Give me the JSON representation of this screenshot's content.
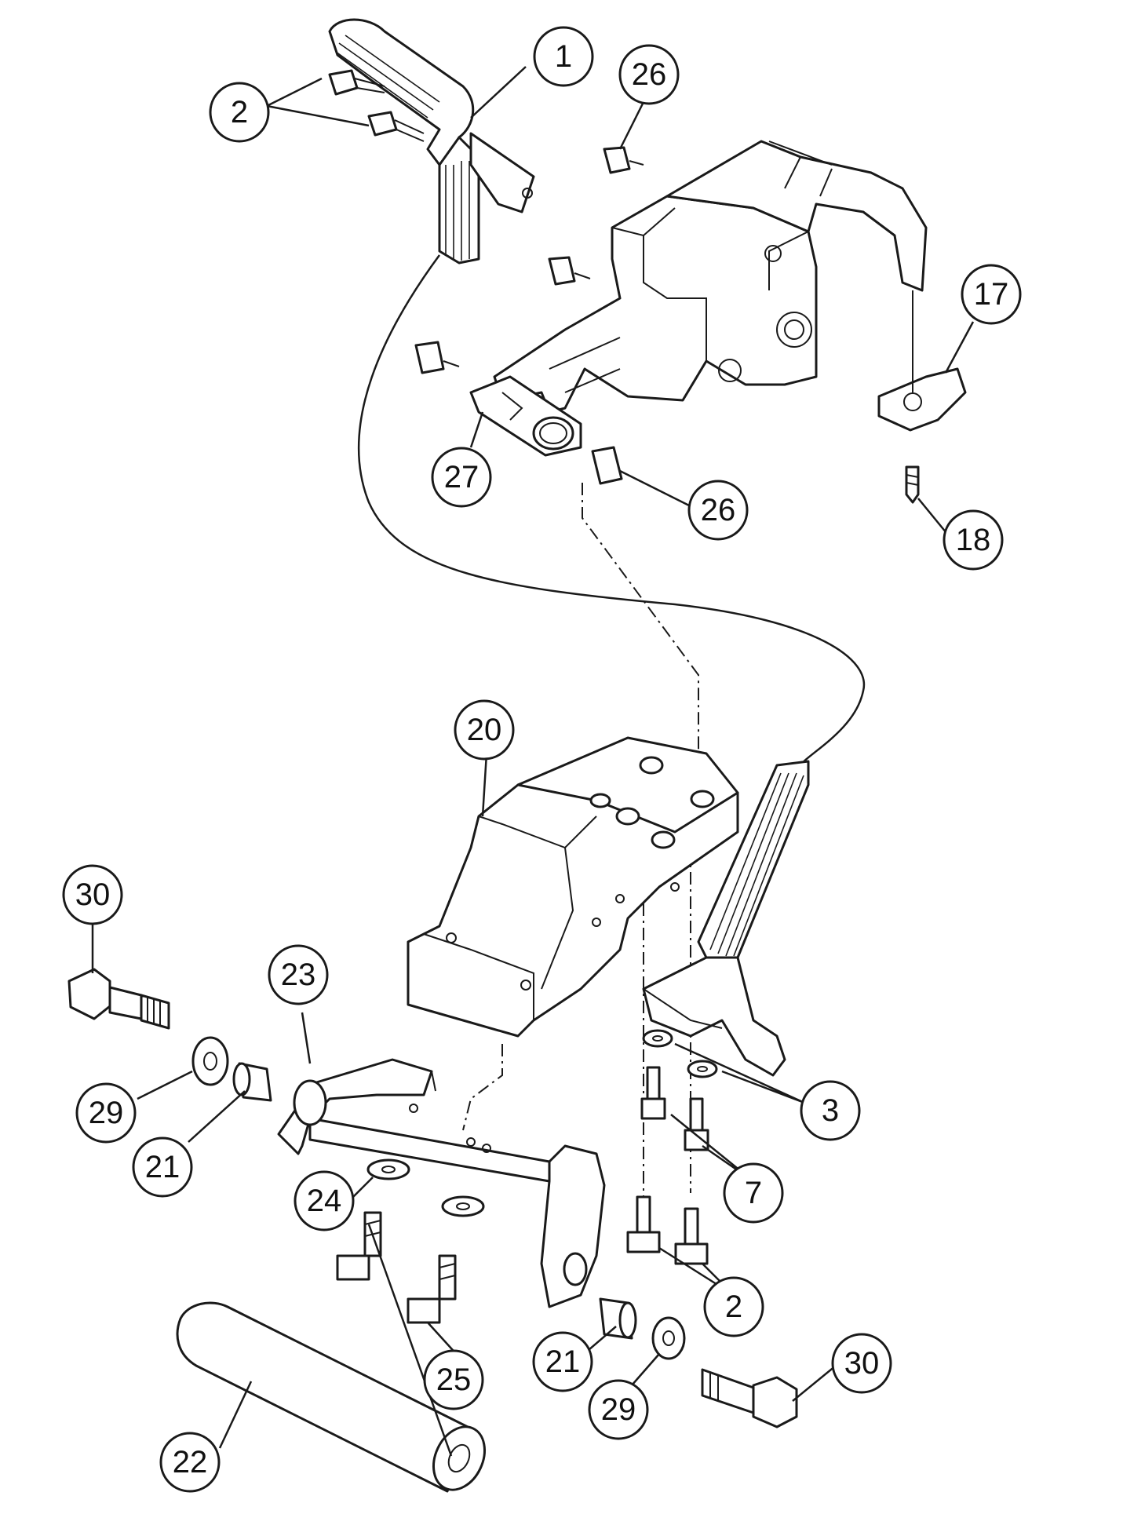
{
  "callouts": [
    {
      "id": "c1",
      "label": "1"
    },
    {
      "id": "c2a",
      "label": "2"
    },
    {
      "id": "c26a",
      "label": "26"
    },
    {
      "id": "c17",
      "label": "17"
    },
    {
      "id": "c27",
      "label": "27"
    },
    {
      "id": "c26b",
      "label": "26"
    },
    {
      "id": "c18",
      "label": "18"
    },
    {
      "id": "c20",
      "label": "20"
    },
    {
      "id": "c30a",
      "label": "30"
    },
    {
      "id": "c23",
      "label": "23"
    },
    {
      "id": "c29a",
      "label": "29"
    },
    {
      "id": "c21a",
      "label": "21"
    },
    {
      "id": "c3",
      "label": "3"
    },
    {
      "id": "c24",
      "label": "24"
    },
    {
      "id": "c7",
      "label": "7"
    },
    {
      "id": "c2b",
      "label": "2"
    },
    {
      "id": "c25",
      "label": "25"
    },
    {
      "id": "c21b",
      "label": "21"
    },
    {
      "id": "c30b",
      "label": "30"
    },
    {
      "id": "c29b",
      "label": "29"
    },
    {
      "id": "c22",
      "label": "22"
    }
  ]
}
